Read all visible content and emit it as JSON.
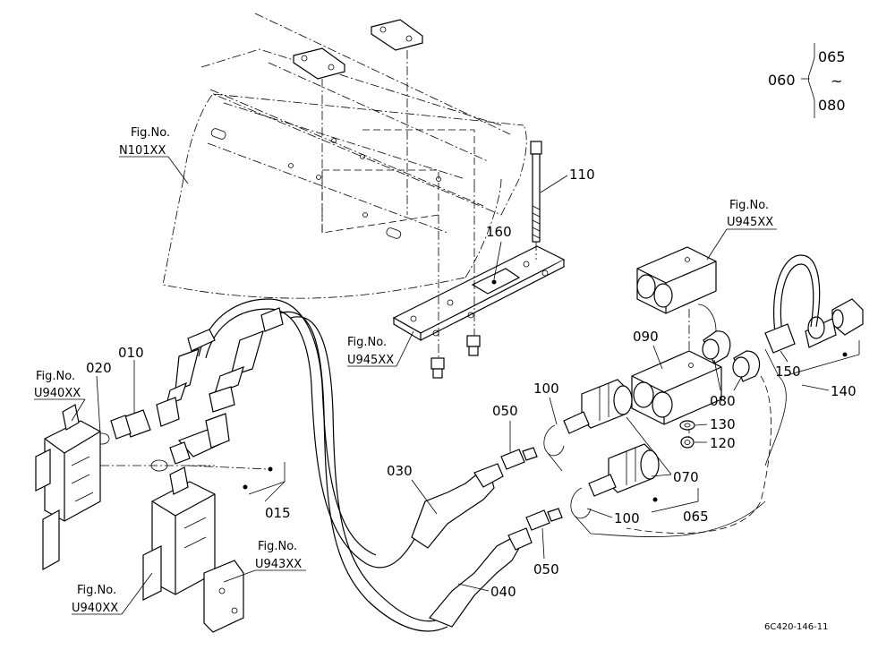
{
  "diagram_code": "6C420-146-11",
  "range_legend": {
    "main": "060",
    "from": "065",
    "tilde": "~",
    "to": "080"
  },
  "fig_refs": {
    "n101": {
      "label": "Fig.No.",
      "code": "N101XX"
    },
    "u945_top": {
      "label": "Fig.No.",
      "code": "U945XX"
    },
    "u945_mid": {
      "label": "Fig.No.",
      "code": "U945XX"
    },
    "u940_top": {
      "label": "Fig.No.",
      "code": "U940XX"
    },
    "u940_bot": {
      "label": "Fig.No.",
      "code": "U940XX"
    },
    "u943": {
      "label": "Fig.No.",
      "code": "U943XX"
    }
  },
  "callouts": {
    "p010": "010",
    "p015": "015",
    "p020": "020",
    "p030": "030",
    "p040": "040",
    "p050a": "050",
    "p050b": "050",
    "p065": "065",
    "p070": "070",
    "p080": "080",
    "p090": "090",
    "p100a": "100",
    "p100b": "100",
    "p110": "110",
    "p120": "120",
    "p130": "130",
    "p140": "140",
    "p150": "150",
    "p160": "160"
  }
}
